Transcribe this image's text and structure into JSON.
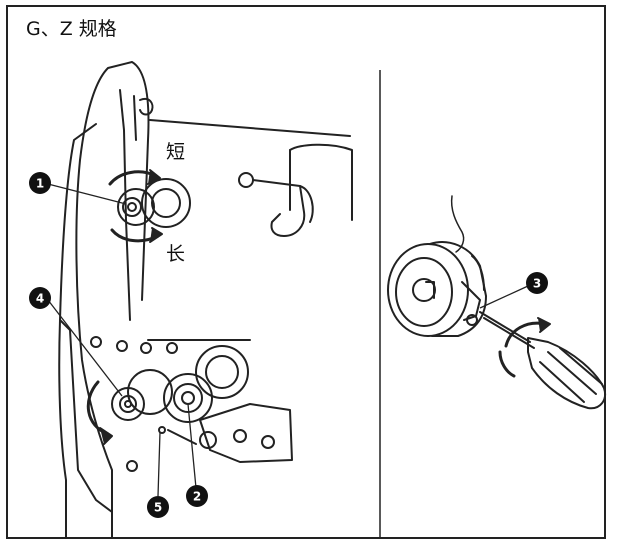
{
  "title": "G、Z 规格",
  "labels": {
    "short": "短",
    "long": "长"
  },
  "callouts": {
    "c1": "1",
    "c2": "2",
    "c3": "3",
    "c4": "4",
    "c5": "5"
  }
}
